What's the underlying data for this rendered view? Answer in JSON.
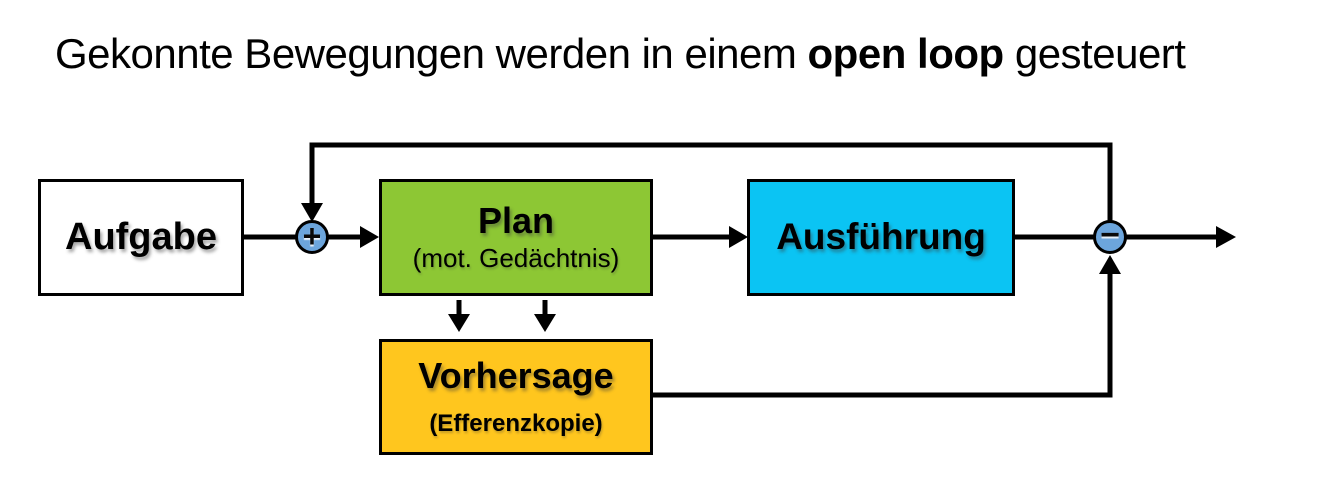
{
  "title": {
    "prefix": "Gekonnte Bewegungen werden in einem ",
    "bold": "open loop",
    "suffix": " gesteuert"
  },
  "boxes": {
    "aufgabe": {
      "label": "Aufgabe"
    },
    "plan": {
      "label": "Plan",
      "sublabel": "(mot. Gedächtnis)"
    },
    "ausfuehrung": {
      "label": "Ausführung"
    },
    "vorhersage": {
      "label": "Vorhersage",
      "sublabel": "(Efferenzkopie)"
    }
  },
  "junctions": {
    "plus": {
      "symbol": "+"
    },
    "minus": {
      "symbol": "−"
    }
  },
  "colors": {
    "plan_fill": "#8DC734",
    "ausfuehrung_fill": "#0BC4F3",
    "vorhersage_fill": "#FFC61E",
    "junction_fill": "#6CA5DC",
    "aufgabe_fill": "#FFFFFF",
    "line": "#000000",
    "text": "#000000",
    "background": "#FFFFFF"
  }
}
